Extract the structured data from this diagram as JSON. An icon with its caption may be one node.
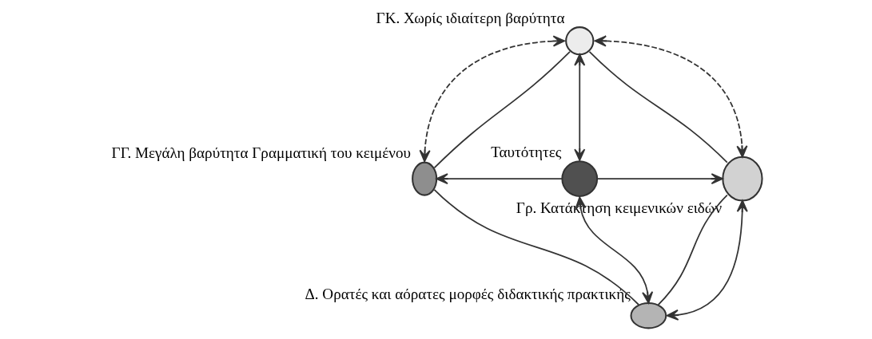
{
  "diagram": {
    "nodes": [
      {
        "text": [],
        "shape": "circle",
        "beside": [
          "ΓΚ. Χωρίς ιδιαίτερη βαρύτητα"
        ]
      },
      {
        "text": [],
        "shape": "circle",
        "beside": [
          "ΓΓ. Μεγάλη βαρύτητα Γραμματική του κειμένου"
        ]
      },
      {
        "text": [],
        "shape": "circle",
        "beside": [
          "Ταυτότητες"
        ]
      },
      {
        "text": [],
        "shape": "circle",
        "beside": [
          "Γρ. Κατάκτηση κειμενικών ειδών"
        ]
      },
      {
        "text": [],
        "shape": "circle",
        "beside": [
          "Δ. Ορατές και αόρατες μορφές διδακτικής πρακτικής"
        ]
      }
    ],
    "edges": [
      {
        "from": 0,
        "to": 1,
        "arrow": "none"
      },
      {
        "from": 0,
        "to": 3,
        "arrow": "none"
      },
      {
        "from": 1,
        "to": 4,
        "arrow": "none"
      },
      {
        "from": 4,
        "to": 3,
        "arrow": "none"
      },
      {
        "from": 0,
        "to": 1,
        "arrow": "both",
        "style": "dashed"
      },
      {
        "from": 0,
        "to": 3,
        "arrow": "both",
        "style": "dashed"
      },
      {
        "from": 0,
        "to": 2,
        "arrow": "both"
      },
      {
        "from": 2,
        "to": 1,
        "arrow": "to"
      },
      {
        "from": 2,
        "to": 3,
        "arrow": "to"
      },
      {
        "from": 2,
        "to": 4,
        "arrow": "both"
      },
      {
        "from": 4,
        "to": 3,
        "arrow": "both"
      }
    ]
  }
}
